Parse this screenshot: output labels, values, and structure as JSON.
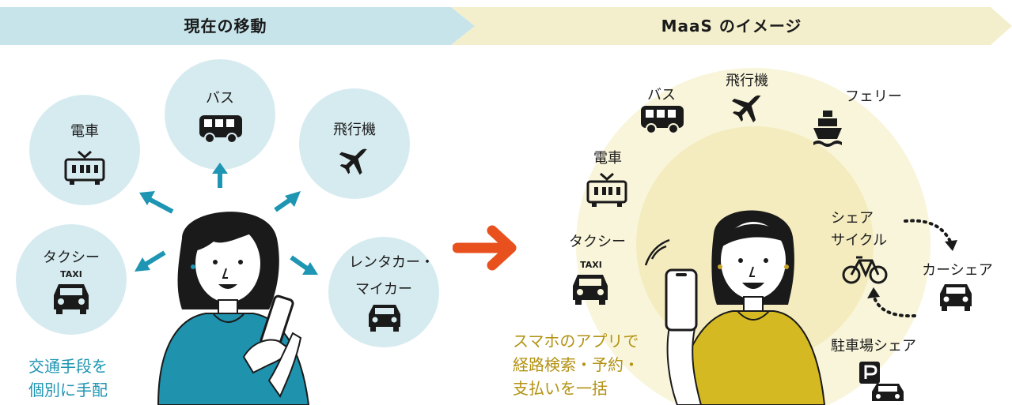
{
  "header": {
    "left_title": "現在の移動",
    "right_title": "MaaS のイメージ"
  },
  "current": {
    "modes": [
      {
        "label": "電車",
        "icon": "train-icon"
      },
      {
        "label": "バス",
        "icon": "bus-icon"
      },
      {
        "label": "飛行機",
        "icon": "airplane-icon"
      },
      {
        "label": "タクシー",
        "icon": "taxi-icon"
      },
      {
        "label_line1": "レンタカー・",
        "label_line2": "マイカー",
        "icon": "car-icon"
      }
    ],
    "taxi_sign": "TAXI",
    "caption_line1": "交通手段を",
    "caption_line2": "個別に手配"
  },
  "maas": {
    "modes": {
      "bus": "バス",
      "airplane": "飛行機",
      "ferry": "フェリー",
      "train": "電車",
      "taxi": "タクシー",
      "cycle_line1": "シェア",
      "cycle_line2": "サイクル",
      "carshare": "カーシェア",
      "parking": "駐車場シェア"
    },
    "taxi_sign": "TAXI",
    "caption_line1": "スマホのアプリで",
    "caption_line2": "経路検索・予約・",
    "caption_line3": "支払いを一括"
  },
  "colors": {
    "teal": "#1e95b2",
    "arrow_orange": "#e8501e",
    "circle_blue": "#d6ebf0",
    "maas_yellow": "#f6f0c8",
    "gold_text": "#b39212"
  }
}
